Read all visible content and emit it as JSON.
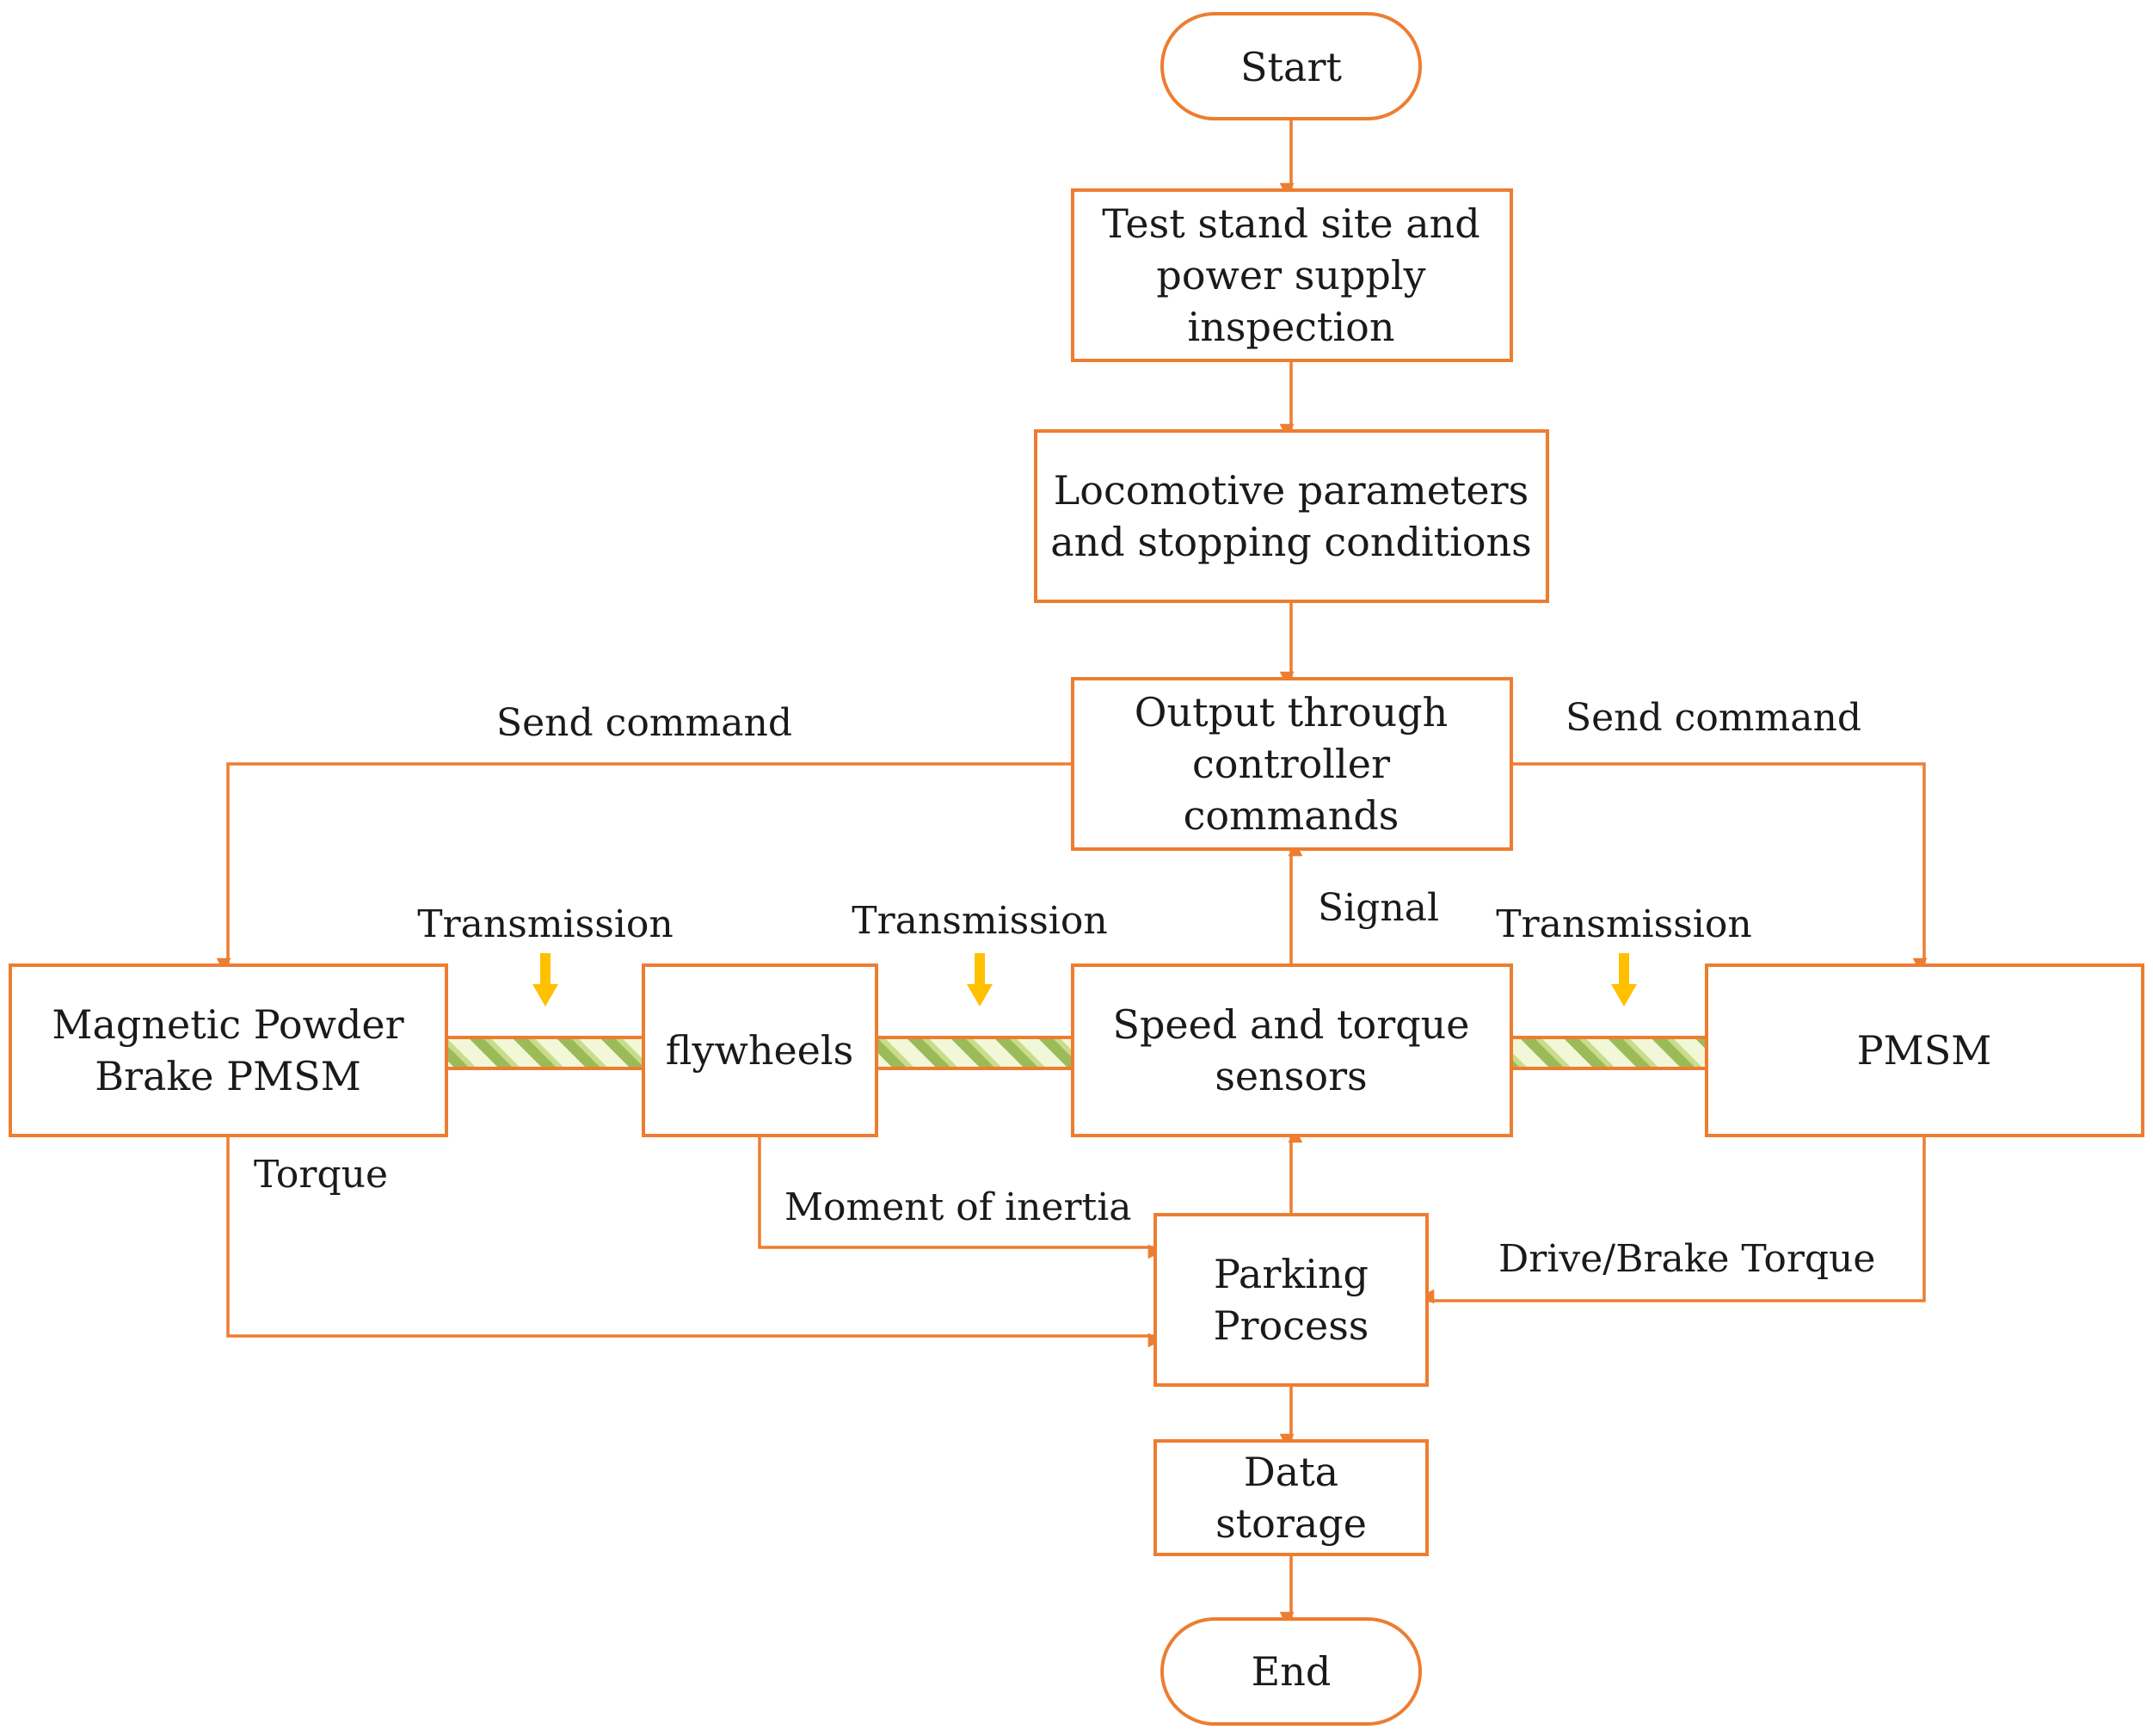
{
  "colors": {
    "accent": "#ed7d31",
    "transmission_arrow": "#ffc000",
    "shaft_light": "#f2f7d8",
    "shaft_green": "#9bbb59",
    "text": "#1a1a1a"
  },
  "nodes": {
    "start": {
      "lines": [
        "Start"
      ]
    },
    "inspection": {
      "lines": [
        "Test stand site and",
        "power supply",
        "inspection"
      ]
    },
    "parameters": {
      "lines": [
        "Locomotive parameters",
        "and stopping conditions"
      ]
    },
    "controller": {
      "lines": [
        "Output through",
        "controller",
        "commands"
      ]
    },
    "brake": {
      "lines": [
        "Magnetic Powder",
        "Brake PMSM"
      ]
    },
    "flywheels": {
      "lines": [
        "flywheels"
      ]
    },
    "sensors": {
      "lines": [
        "Speed and torque",
        "sensors"
      ]
    },
    "pmsm": {
      "lines": [
        "PMSM"
      ]
    },
    "parking": {
      "lines": [
        "Parking",
        "Process"
      ]
    },
    "storage": {
      "lines": [
        "Data",
        "storage"
      ]
    },
    "end": {
      "lines": [
        "End"
      ]
    }
  },
  "edge_labels": {
    "send_command_left": "Send command",
    "send_command_right": "Send command",
    "signal": "Signal",
    "torque": "Torque",
    "moment_of_inertia": "Moment of inertia",
    "drive_brake_torque": "Drive/Brake Torque"
  },
  "transmissions": [
    {
      "label": "Transmission"
    },
    {
      "label": "Transmission"
    },
    {
      "label": "Transmission"
    }
  ]
}
